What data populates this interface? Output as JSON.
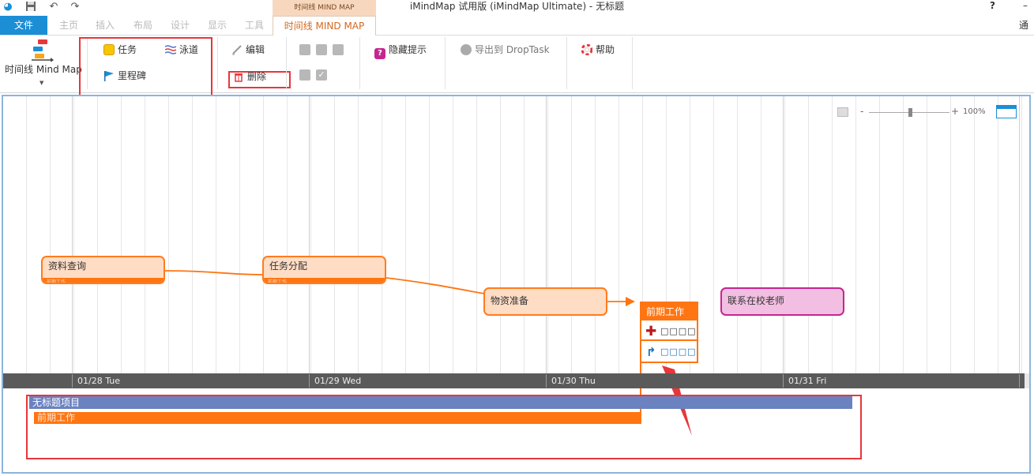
{
  "app": {
    "title": "iMindMap 试用版 (iMindMap Ultimate) - 无标题",
    "help": "?",
    "minimize": "–",
    "notifications": "通知"
  },
  "context_tab_label": "时间线 MIND MAP",
  "tabs": {
    "file": "文件",
    "home": "主页",
    "insert": "插入",
    "layout": "布局",
    "design": "设计",
    "view": "显示",
    "tools": "工具",
    "active": "时间线 MIND MAP"
  },
  "ribbon": {
    "timeline_button": "时间线 Mind Map",
    "task": "任务",
    "swimlane": "泳道",
    "milestone": "里程碑",
    "edit": "编辑",
    "delete": "删除",
    "hide_tips": "隐藏提示",
    "export_droptask": "导出到 DropTask",
    "help": "帮助"
  },
  "zoom": {
    "minus": "-",
    "plus": "+",
    "level": "100%"
  },
  "dates": [
    "01/28 Tue",
    "01/29 Wed",
    "01/30 Thu",
    "01/31 Fri"
  ],
  "nodes": {
    "n1": {
      "title": "资料查询",
      "sub": "前期工作"
    },
    "n2": {
      "title": "任务分配",
      "sub": "前期工作"
    },
    "n3": {
      "title": "物资准备"
    },
    "n4": {
      "title": "联系在校老师"
    }
  },
  "group": {
    "title": "前期工作",
    "row1": "□□□□",
    "row2": "□□□□"
  },
  "gantt": {
    "project": "无标题项目",
    "task": "前期工作"
  },
  "colors": {
    "accent": "#ff7512",
    "file_tab": "#1b8ed6",
    "pink_border": "#c4268f",
    "project_bar": "#6b82c1",
    "highlight": "#e8363a"
  }
}
